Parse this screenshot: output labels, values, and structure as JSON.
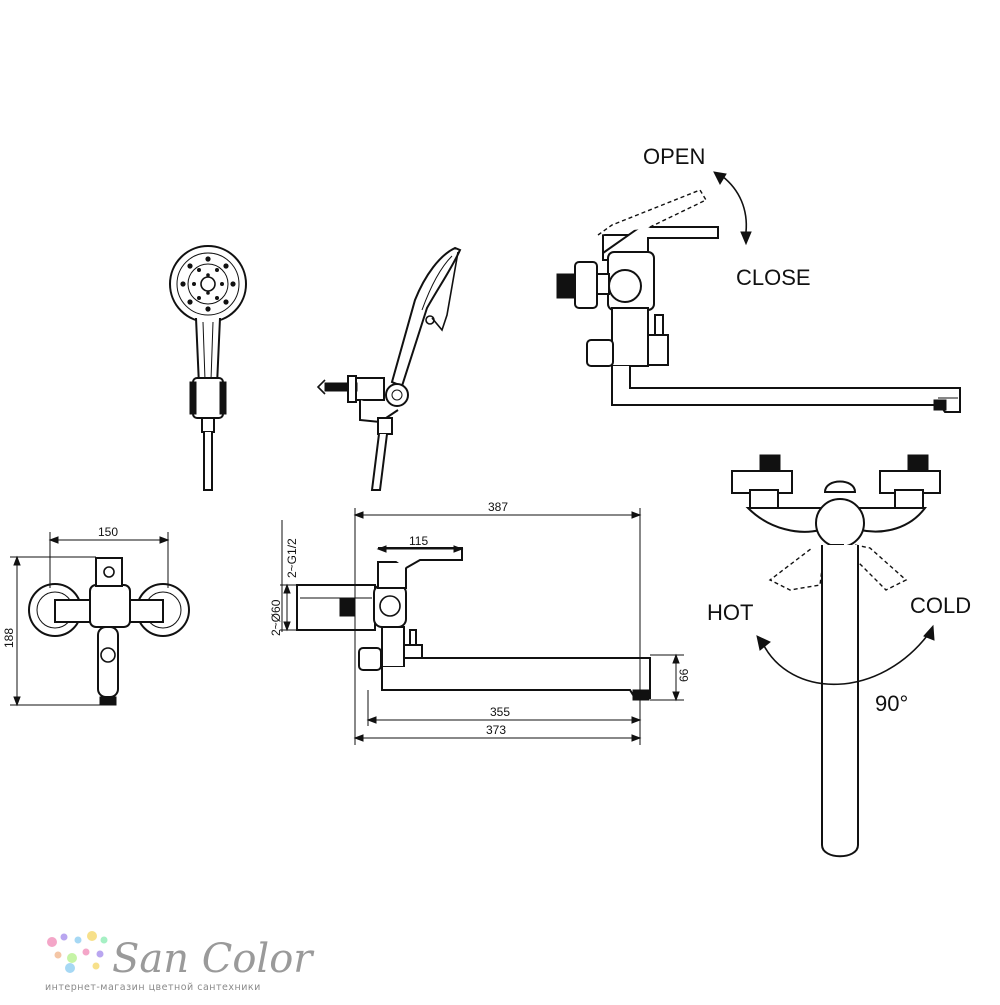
{
  "labels": {
    "open": "OPEN",
    "close": "CLOSE",
    "hot": "HOT",
    "cold": "COLD",
    "angle": "90°"
  },
  "dimensions": {
    "width_150": "150",
    "height_188": "188",
    "length_387": "387",
    "length_115": "115",
    "length_355": "355",
    "length_373": "373",
    "height_66": "66",
    "thread": "2~G1/2",
    "diameter": "2~Ø60"
  },
  "logo": {
    "name": "San Color",
    "tagline": "интернет-магазин цветной сантехники",
    "dot_colors": [
      "#f4a6c8",
      "#b9a6f0",
      "#a6d8f4",
      "#f7e08a",
      "#a6f0c4",
      "#f4c6a6",
      "#c6f4a6"
    ]
  }
}
